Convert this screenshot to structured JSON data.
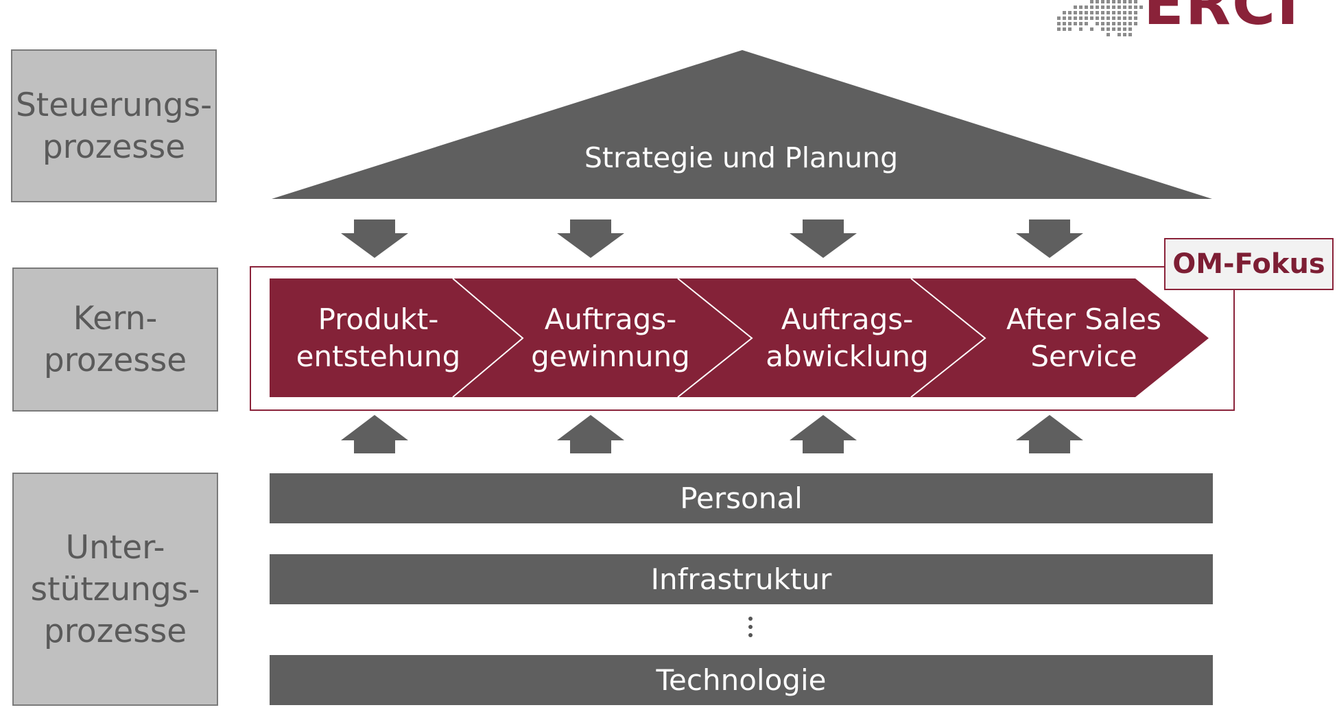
{
  "side_labels": {
    "steuerung": [
      "Steuerungs-",
      "prozesse"
    ],
    "kern": [
      "Kern-",
      "prozesse"
    ],
    "unter": [
      "Unter-",
      "stützungs-",
      "prozesse"
    ]
  },
  "roof": {
    "label": "Strategie und Planung"
  },
  "core_processes": [
    {
      "lines": [
        "Produkt-",
        "entstehung"
      ]
    },
    {
      "lines": [
        "Auftrags-",
        "gewinnung"
      ]
    },
    {
      "lines": [
        "Auftrags-",
        "abwicklung"
      ]
    },
    {
      "lines": [
        "After Sales",
        "Service"
      ]
    }
  ],
  "focus_label": "OM-Fokus",
  "support_processes": [
    "Personal",
    "Infrastruktur",
    "Technologie"
  ],
  "logo": {
    "text": "ERCIS"
  },
  "colors": {
    "dark_grey": "#5f5f5f",
    "side_box": "#c0c0c0",
    "accent_maroon": "#8a2239"
  }
}
